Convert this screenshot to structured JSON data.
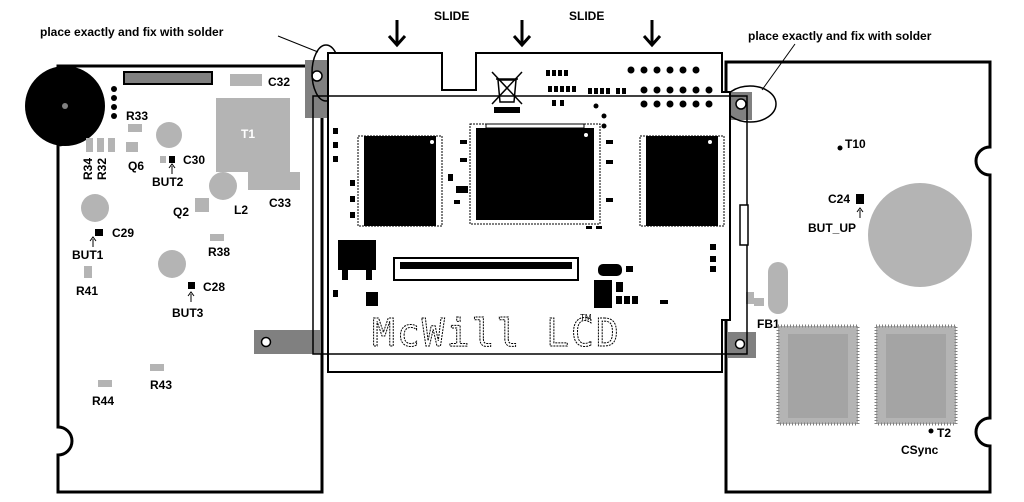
{
  "annotations": {
    "left_note": "place exactly and fix with solder",
    "right_note": "place exactly and fix with solder",
    "slide_1": "SLIDE",
    "slide_2": "SLIDE"
  },
  "module": {
    "logo_text": "McWill LCD",
    "trademark": "TM"
  },
  "left_board": {
    "labels": {
      "c32": "C32",
      "r33": "R33",
      "t1": "T1",
      "r34": "R34",
      "r32": "R32",
      "q6": "Q6",
      "c30": "C30",
      "but2": "BUT2",
      "q2": "Q2",
      "l2": "L2",
      "c33": "C33",
      "c29": "C29",
      "but1": "BUT1",
      "r38": "R38",
      "r41": "R41",
      "c28": "C28",
      "but3": "BUT3",
      "r43": "R43",
      "r44": "R44"
    }
  },
  "right_board": {
    "labels": {
      "t10": "T10",
      "c24": "C24",
      "but_up": "BUT_UP",
      "fb1": "FB1",
      "t2": "T2",
      "csync": "CSync"
    }
  },
  "colors": {
    "outline": "#000000",
    "component_gray": "#b4b4b4",
    "pad_gray": "#808080",
    "chip_black": "#000000"
  }
}
